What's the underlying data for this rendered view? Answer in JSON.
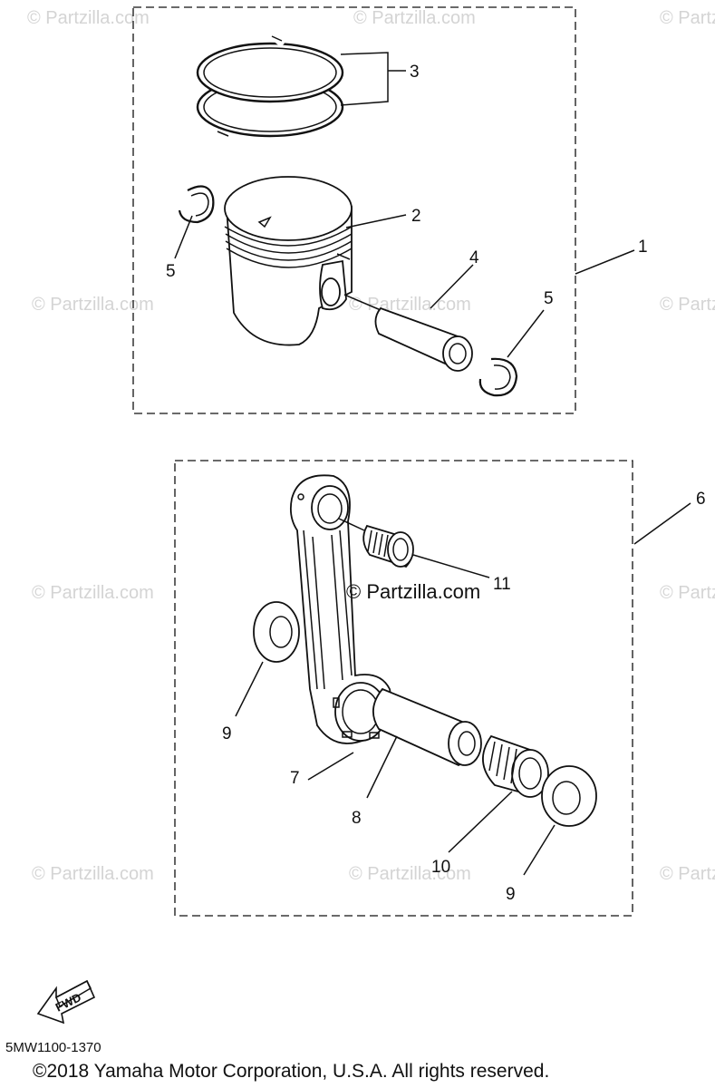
{
  "watermark": "© Partzilla.com",
  "watermark_center": "© Partzilla.com",
  "callouts": {
    "c1": "1",
    "c2": "2",
    "c3": "3",
    "c4": "4",
    "c5a": "5",
    "c5b": "5",
    "c6": "6",
    "c7": "7",
    "c8": "8",
    "c9a": "9",
    "c9b": "9",
    "c10": "10",
    "c11": "11"
  },
  "fwd_label": "FWD",
  "diagram_code": "5MW1100-1370",
  "copyright": "©2018 Yamaha Motor Corporation, U.S.A. All rights reserved."
}
